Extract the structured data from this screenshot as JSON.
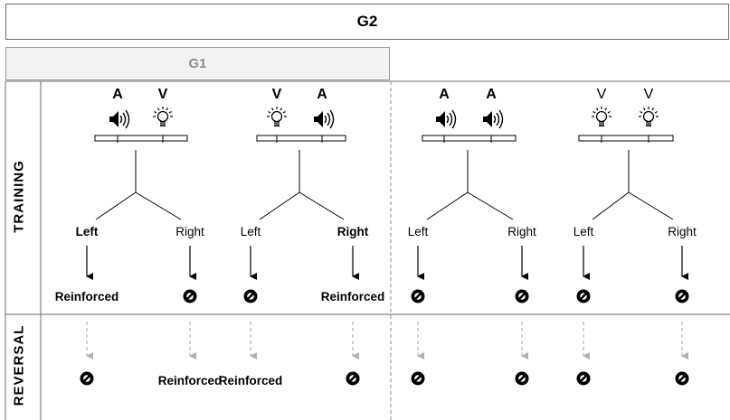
{
  "header": {
    "g2": "G2",
    "g1": "G1"
  },
  "rows": {
    "training": "TRAINING",
    "reversal": "REVERSAL"
  },
  "conditions": [
    {
      "id": "c1",
      "bold_stim": true,
      "stim_left": {
        "label": "A",
        "icon": "speaker-icon"
      },
      "stim_right": {
        "label": "V",
        "icon": "lightbulb-icon"
      },
      "left": {
        "label": "Left",
        "bold": true
      },
      "right": {
        "label": "Right",
        "bold": false
      },
      "training": {
        "left": "Reinforced",
        "right": "no"
      },
      "reversal": {
        "left": "no",
        "right": "Reinforced"
      }
    },
    {
      "id": "c2",
      "bold_stim": true,
      "stim_left": {
        "label": "V",
        "icon": "lightbulb-icon"
      },
      "stim_right": {
        "label": "A",
        "icon": "speaker-icon"
      },
      "left": {
        "label": "Left",
        "bold": false
      },
      "right": {
        "label": "Right",
        "bold": true
      },
      "training": {
        "left": "no",
        "right": "Reinforced"
      },
      "reversal": {
        "left": "Reinforced",
        "right": "no"
      }
    },
    {
      "id": "c3",
      "bold_stim": true,
      "stim_left": {
        "label": "A",
        "icon": "speaker-icon"
      },
      "stim_right": {
        "label": "A",
        "icon": "speaker-icon"
      },
      "left": {
        "label": "Left",
        "bold": false
      },
      "right": {
        "label": "Right",
        "bold": false
      },
      "training": {
        "left": "no",
        "right": "no"
      },
      "reversal": {
        "left": "no",
        "right": "no"
      }
    },
    {
      "id": "c4",
      "bold_stim": false,
      "stim_left": {
        "label": "V",
        "icon": "lightbulb-icon"
      },
      "stim_right": {
        "label": "V",
        "icon": "lightbulb-icon"
      },
      "left": {
        "label": "Left",
        "bold": false
      },
      "right": {
        "label": "Right",
        "bold": false
      },
      "training": {
        "left": "no",
        "right": "no"
      },
      "reversal": {
        "left": "no",
        "right": "no"
      }
    }
  ],
  "colors": {
    "line": "#000000",
    "reversal_arrow": "#b0b0b0",
    "divider": "#8a8a8a",
    "g1_text": "#8c8c8c"
  }
}
